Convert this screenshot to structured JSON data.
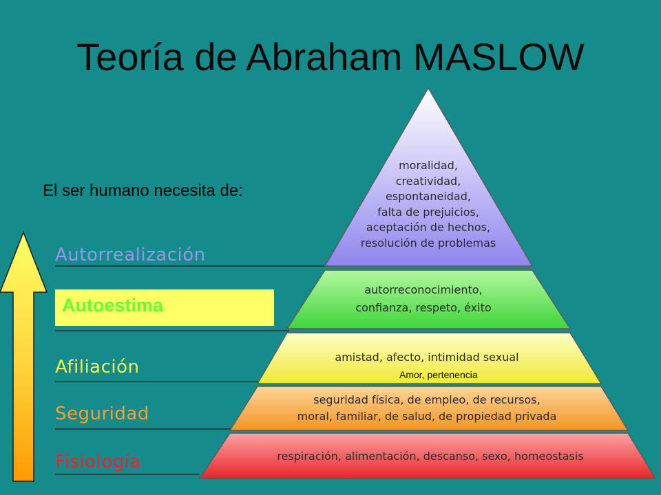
{
  "title": "Teoría de Abraham MASLOW",
  "intro": "El ser humano necesita de:",
  "levels": {
    "autorrealizacion": {
      "label": "Autorrealización",
      "color": "#9b93f2",
      "needs": [
        "moralidad,",
        "creatividad,",
        "espontaneidad,",
        "falta de prejuicios,",
        "aceptación de hechos,",
        "resolución de problemas"
      ]
    },
    "autoestima": {
      "label": "Autoestima",
      "color": "#66ff33",
      "needs": [
        "autorreconocimiento,",
        "confianza, respeto, éxito"
      ]
    },
    "afiliacion": {
      "label": "Afiliación",
      "color": "#f4ef4a",
      "needs": [
        "amistad, afecto, intimidad sexual"
      ],
      "note": "Amor, pertenencia"
    },
    "seguridad": {
      "label": "Seguridad",
      "color": "#f5a030",
      "needs": [
        "seguridad física, de empleo, de recursos,",
        "moral, familiar, de salud, de propiedad privada"
      ]
    },
    "fisiologia": {
      "label": "Fisiología",
      "color": "#e8262a",
      "needs": [
        "respiración, alimentación, descanso, sexo, homeostasis"
      ]
    }
  },
  "colors": {
    "background": "#168b8b",
    "arrow_top": "#ffff66",
    "arrow_bottom": "#ff9900",
    "autoestima_box": "#ffff66"
  }
}
